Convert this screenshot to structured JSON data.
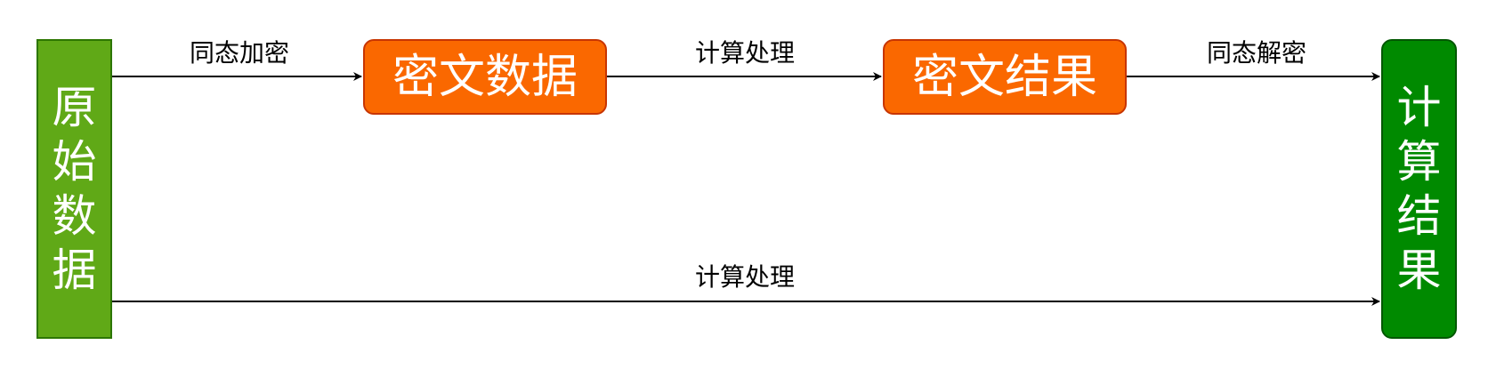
{
  "nodes": {
    "source": {
      "label": "原始数据",
      "color": "#60a917"
    },
    "cipher_data": {
      "label": "密文数据",
      "color": "#fa6800"
    },
    "cipher_result": {
      "label": "密文结果",
      "color": "#fa6800"
    },
    "target": {
      "label": "计算结果",
      "color": "#008a00"
    }
  },
  "edges": {
    "encrypt": {
      "label": "同态加密"
    },
    "compute_cipher": {
      "label": "计算处理"
    },
    "decrypt": {
      "label": "同态解密"
    },
    "compute_plain": {
      "label": "计算处理"
    }
  }
}
